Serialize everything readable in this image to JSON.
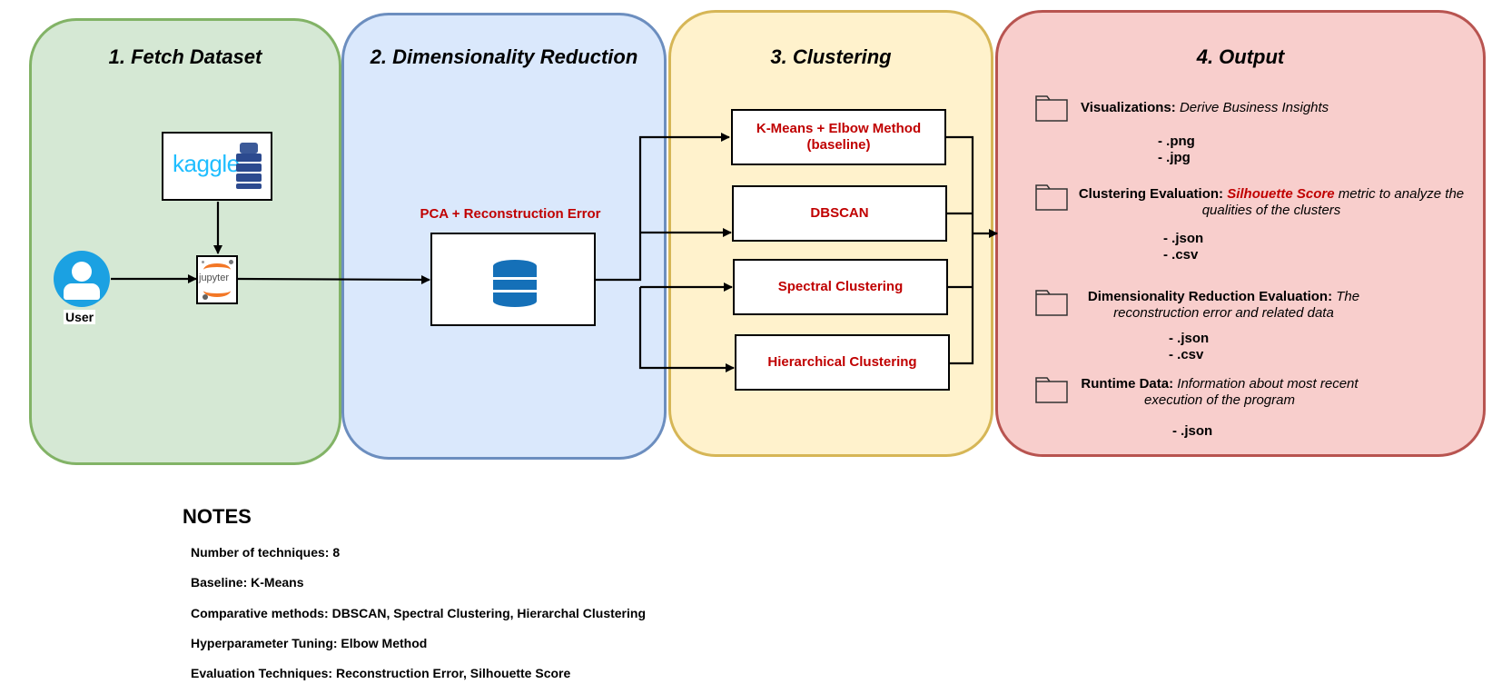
{
  "stages": {
    "fetch": {
      "title": "1. Fetch Dataset",
      "user_label": "User",
      "kaggle_text": "kaggle",
      "jupyter_text": "jupyter"
    },
    "dimred": {
      "title": "2. Dimensionality Reduction",
      "pca_label": "PCA + Reconstruction Error"
    },
    "clustering": {
      "title": "3. Clustering",
      "methods": [
        {
          "line1": "K-Means + Elbow Method",
          "line2": "(baseline)"
        },
        {
          "line1": "DBSCAN"
        },
        {
          "line1": "Spectral Clustering"
        },
        {
          "line1": "Hierarchical Clustering"
        }
      ]
    },
    "output": {
      "title": "4. Output",
      "items": [
        {
          "label": "Visualizations:",
          "desc": "Derive Business Insights",
          "exts": [
            "- .png",
            "- .jpg"
          ]
        },
        {
          "label": "Clustering Evaluation:",
          "highlight": "Silhouette Score",
          "desc": "metric to analyze the qualities of the clusters",
          "exts": [
            "- .json",
            "- .csv"
          ]
        },
        {
          "label": "Dimensionality Reduction Evaluation:",
          "desc": "The reconstruction error and related data",
          "exts": [
            "- .json",
            "- .csv"
          ]
        },
        {
          "label": "Runtime Data:",
          "desc": "Information about most recent execution of the program",
          "exts": [
            "- .json"
          ]
        }
      ]
    }
  },
  "notes": {
    "heading": "NOTES",
    "lines": [
      "Number of techniques: 8",
      "Baseline: K-Means",
      "Comparative methods: DBSCAN, Spectral Clustering, Hierarchal Clustering",
      "Hyperparameter Tuning: Elbow Method",
      "Evaluation Techniques: Reconstruction Error, Silhouette Score"
    ]
  },
  "colors": {
    "fetch_fill": "#d5e8d4",
    "fetch_stroke": "#82b366",
    "dimred_fill": "#dae8fc",
    "dimred_stroke": "#6c8ebf",
    "clustering_fill": "#fff2cc",
    "clustering_stroke": "#d6b656",
    "output_fill": "#f8cecc",
    "output_stroke": "#b85450",
    "accent_red": "#c00000"
  }
}
